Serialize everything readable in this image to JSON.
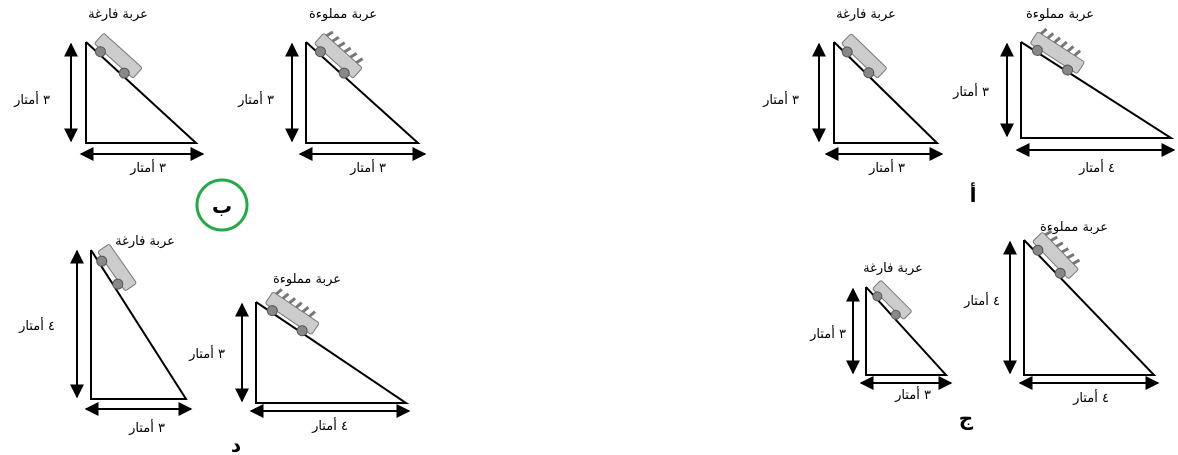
{
  "options": [
    {
      "id": "a",
      "letter": "أ",
      "empty": {
        "title": "عربة فارغة",
        "height": "٣ أمتار",
        "base": "٣ أمتار"
      },
      "loaded": {
        "title": "عربة مملوءة",
        "height": "٣ أمتار",
        "base": "٤ أمتار"
      }
    },
    {
      "id": "b",
      "letter": "ب",
      "selected": true,
      "empty": {
        "title": "عربة فارغة",
        "height": "٣ أمتار",
        "base": "٣ أمتار"
      },
      "loaded": {
        "title": "عربة مملوءة",
        "height": "٣ أمتار",
        "base": "٣ أمتار"
      }
    },
    {
      "id": "c",
      "letter": "ج",
      "empty": {
        "title": "عربة فارغة",
        "height": "٣ أمتار",
        "base": "٣ أمتار"
      },
      "loaded": {
        "title": "عربة مملوءة",
        "height": "٤ أمتار",
        "base": "٤ أمتار"
      }
    },
    {
      "id": "d",
      "letter": "د",
      "empty": {
        "title": "عربة فارغة",
        "height": "٤ أمتار",
        "base": "٣ أمتار"
      },
      "loaded": {
        "title": "عربة مملوءة",
        "height": "٣ أمتار",
        "base": "٤ أمتار"
      }
    }
  ],
  "colors": {
    "selection_ring": "#22aa44",
    "line": "#000000",
    "cart_body": "#cccccc",
    "wheel": "#888888"
  }
}
